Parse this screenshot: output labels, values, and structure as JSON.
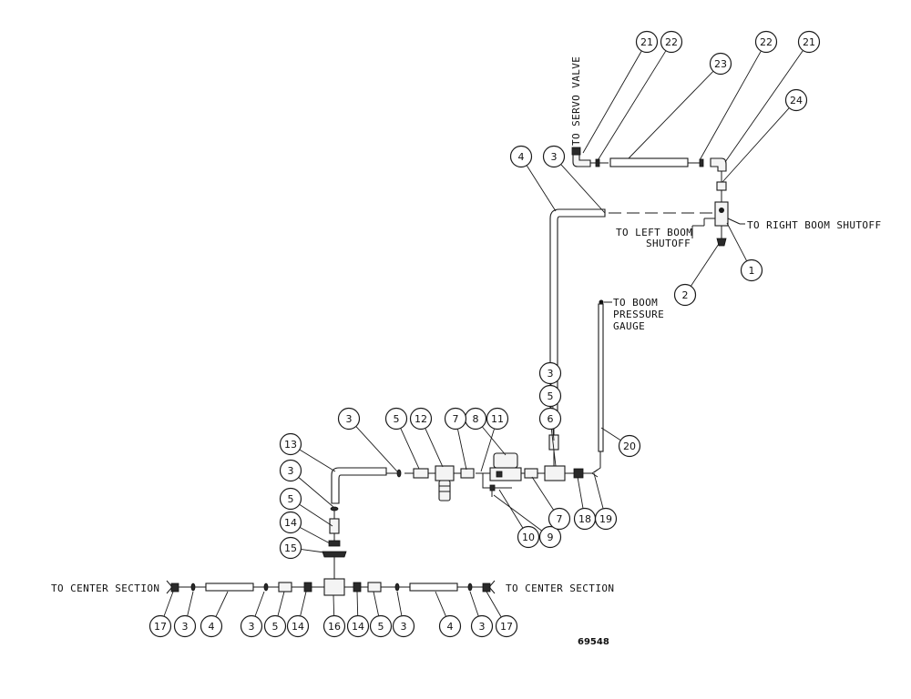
{
  "labels": {
    "servo": "TO SERVO VALVE",
    "left_boom_1": "TO LEFT BOOM",
    "left_boom_2": "SHUTOFF",
    "right_boom": "TO RIGHT BOOM SHUTOFF",
    "gauge_1": "TO BOOM",
    "gauge_2": "PRESSURE",
    "gauge_3": "GAUGE",
    "center_left": "TO CENTER SECTION",
    "center_right": "TO CENTER SECTION"
  },
  "drawing_number": "69548",
  "callouts": [
    {
      "n": "21"
    },
    {
      "n": "22"
    },
    {
      "n": "23"
    },
    {
      "n": "22"
    },
    {
      "n": "21"
    },
    {
      "n": "24"
    },
    {
      "n": "4"
    },
    {
      "n": "3"
    },
    {
      "n": "1"
    },
    {
      "n": "2"
    },
    {
      "n": "20"
    },
    {
      "n": "3"
    },
    {
      "n": "5"
    },
    {
      "n": "6"
    },
    {
      "n": "8"
    },
    {
      "n": "11"
    },
    {
      "n": "7"
    },
    {
      "n": "12"
    },
    {
      "n": "5"
    },
    {
      "n": "3"
    },
    {
      "n": "13"
    },
    {
      "n": "3"
    },
    {
      "n": "5"
    },
    {
      "n": "14"
    },
    {
      "n": "15"
    },
    {
      "n": "10"
    },
    {
      "n": "9"
    },
    {
      "n": "7"
    },
    {
      "n": "18"
    },
    {
      "n": "19"
    },
    {
      "n": "17"
    },
    {
      "n": "3"
    },
    {
      "n": "4"
    },
    {
      "n": "3"
    },
    {
      "n": "5"
    },
    {
      "n": "14"
    },
    {
      "n": "16"
    },
    {
      "n": "14"
    },
    {
      "n": "5"
    },
    {
      "n": "3"
    },
    {
      "n": "4"
    },
    {
      "n": "3"
    },
    {
      "n": "17"
    }
  ]
}
